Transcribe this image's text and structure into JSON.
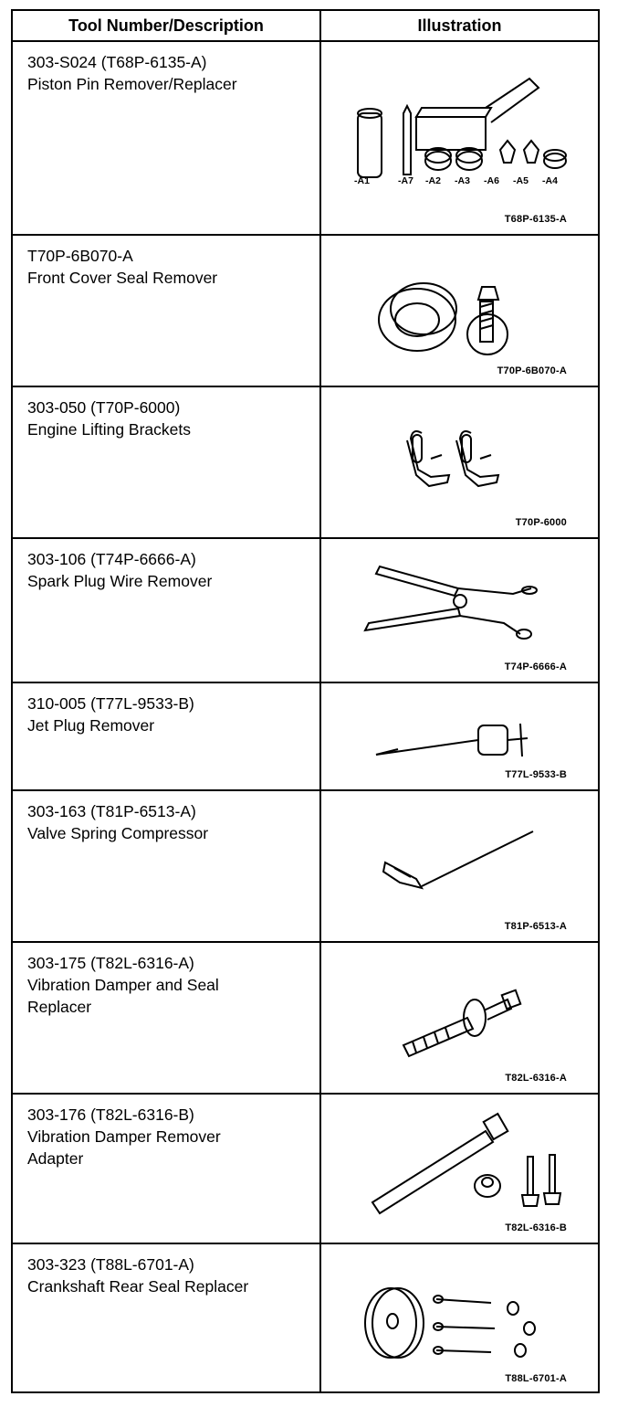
{
  "header": {
    "col1": "Tool Number/Description",
    "col2": "Illustration"
  },
  "rows": [
    {
      "number": "303-S024 (T68P-6135-A)",
      "description": "Piston Pin Remover/Replacer",
      "code": "T68P-6135-A",
      "parts": [
        "-A1",
        "-A7",
        "-A2",
        "-A3",
        "-A6",
        "-A5",
        "-A4"
      ]
    },
    {
      "number": "T70P-6B070-A",
      "description": "Front Cover Seal Remover",
      "code": "T70P-6B070-A"
    },
    {
      "number": "303-050 (T70P-6000)",
      "description": "Engine Lifting Brackets",
      "code": "T70P-6000"
    },
    {
      "number": "303-106 (T74P-6666-A)",
      "description": "Spark Plug Wire Remover",
      "code": "T74P-6666-A"
    },
    {
      "number": "310-005 (T77L-9533-B)",
      "description": "Jet Plug Remover",
      "code": "T77L-9533-B"
    },
    {
      "number": "303-163 (T81P-6513-A)",
      "description": "Valve Spring Compressor",
      "code": "T81P-6513-A"
    },
    {
      "number": "303-175 (T82L-6316-A)",
      "description": "Vibration Damper and Seal\nReplacer",
      "code": "T82L-6316-A"
    },
    {
      "number": "303-176 (T82L-6316-B)",
      "description": "Vibration Damper Remover\nAdapter",
      "code": "T82L-6316-B"
    },
    {
      "number": "303-323 (T88L-6701-A)",
      "description": "Crankshaft Rear Seal Replacer",
      "code": "T88L-6701-A"
    }
  ]
}
